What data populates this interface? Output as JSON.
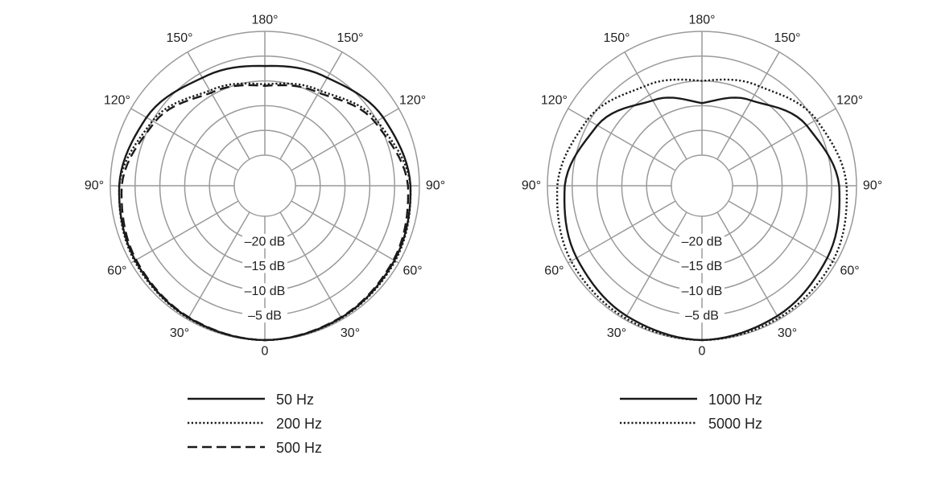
{
  "chart_data": [
    {
      "type": "polar",
      "rlim": [
        -25,
        0
      ],
      "r_ticks": [
        {
          "value": -20,
          "label": "–20 dB"
        },
        {
          "value": -15,
          "label": "–15 dB"
        },
        {
          "value": -10,
          "label": "–10 dB"
        },
        {
          "value": -5,
          "label": "–5 dB"
        }
      ],
      "angle_ticks": [
        {
          "angle": 0,
          "label": "0"
        },
        {
          "angle": 30,
          "label": "30°"
        },
        {
          "angle": 60,
          "label": "60°"
        },
        {
          "angle": 90,
          "label": "90°"
        },
        {
          "angle": 120,
          "label": "120°"
        },
        {
          "angle": 150,
          "label": "150°"
        },
        {
          "angle": 180,
          "label": "180°"
        },
        {
          "angle": 210,
          "label": "150°"
        },
        {
          "angle": 240,
          "label": "120°"
        },
        {
          "angle": 270,
          "label": "90°"
        },
        {
          "angle": 300,
          "label": "60°"
        },
        {
          "angle": 330,
          "label": "30°"
        }
      ],
      "grid": true,
      "legend": "bottom",
      "series": [
        {
          "name": "50 Hz",
          "style": "solid",
          "angles": [
            0,
            30,
            60,
            90,
            120,
            150,
            180
          ],
          "values": [
            0,
            -0.4,
            -1.0,
            -1.8,
            -3.6,
            -6.0,
            -7.0
          ]
        },
        {
          "name": "200 Hz",
          "style": "dotted",
          "angles": [
            0,
            30,
            60,
            90,
            120,
            150,
            180
          ],
          "values": [
            0,
            -0.3,
            -0.8,
            -1.8,
            -5.0,
            -9.0,
            -10.7
          ]
        },
        {
          "name": "500 Hz",
          "style": "dashed",
          "angles": [
            0,
            30,
            60,
            90,
            120,
            150,
            180
          ],
          "values": [
            0,
            -0.5,
            -1.2,
            -2.3,
            -5.5,
            -9.5,
            -11.0
          ]
        }
      ]
    },
    {
      "type": "polar",
      "rlim": [
        -25,
        0
      ],
      "r_ticks": [
        {
          "value": -20,
          "label": "–20 dB"
        },
        {
          "value": -15,
          "label": "–15 dB"
        },
        {
          "value": -10,
          "label": "–10 dB"
        },
        {
          "value": -5,
          "label": "–5 dB"
        }
      ],
      "angle_ticks": [
        {
          "angle": 0,
          "label": "0"
        },
        {
          "angle": 30,
          "label": "30°"
        },
        {
          "angle": 60,
          "label": "60°"
        },
        {
          "angle": 90,
          "label": "90°"
        },
        {
          "angle": 120,
          "label": "120°"
        },
        {
          "angle": 150,
          "label": "150°"
        },
        {
          "angle": 180,
          "label": "180°"
        },
        {
          "angle": 210,
          "label": "150°"
        },
        {
          "angle": 240,
          "label": "120°"
        },
        {
          "angle": 270,
          "label": "90°"
        },
        {
          "angle": 300,
          "label": "60°"
        },
        {
          "angle": 330,
          "label": "30°"
        }
      ],
      "grid": true,
      "legend": "bottom",
      "series": [
        {
          "name": "1000 Hz",
          "style": "solid",
          "angles": [
            0,
            30,
            60,
            90,
            120,
            150,
            180
          ],
          "values": [
            0,
            -0.8,
            -2.0,
            -3.5,
            -6.8,
            -11.3,
            -14.5
          ]
        },
        {
          "name": "5000 Hz",
          "style": "dotted",
          "angles": [
            0,
            30,
            60,
            90,
            120,
            150,
            180
          ],
          "values": [
            0,
            -0.3,
            -0.7,
            -2.0,
            -4.5,
            -8.0,
            -10.0
          ]
        }
      ]
    }
  ]
}
